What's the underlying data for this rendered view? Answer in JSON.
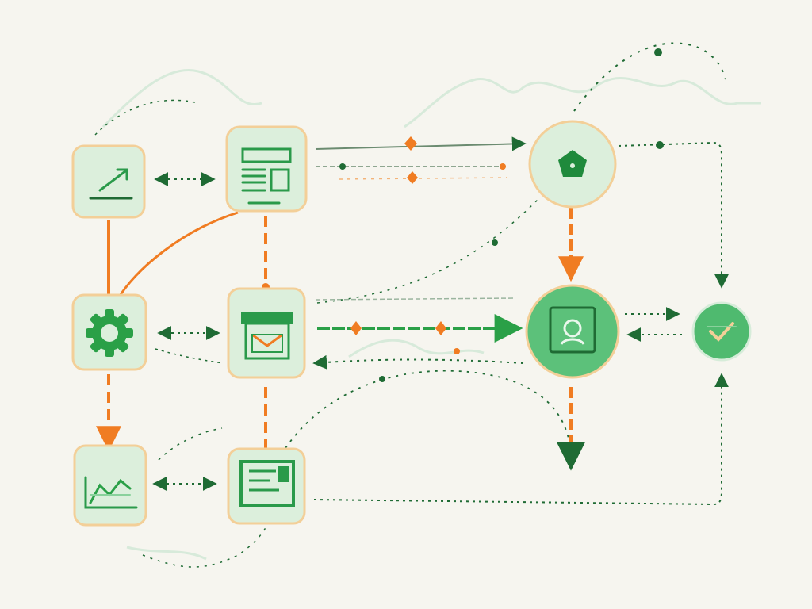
{
  "colors": {
    "background": "#f6f5ef",
    "node_fill": "#dcefdc",
    "node_fill_active": "#5cc17a",
    "node_fill_end": "#4fba6f",
    "node_border": "#f3cf98",
    "icon_green": "#2a9a4a",
    "dark_green": "#1f6b34",
    "flow_orange": "#f07c22",
    "flow_green": "#2aa047",
    "faint_trail": "#cfe7d4"
  },
  "nodes": [
    {
      "id": "trend",
      "shape": "rounded-square",
      "icon": "trend-up-icon"
    },
    {
      "id": "document",
      "shape": "rounded-square",
      "icon": "document-layout-icon"
    },
    {
      "id": "pentagon",
      "shape": "circle",
      "icon": "pentagon-icon"
    },
    {
      "id": "gear",
      "shape": "rounded-square",
      "icon": "gear-icon"
    },
    {
      "id": "inbox",
      "shape": "rounded-square",
      "icon": "inbox-icon"
    },
    {
      "id": "monitor",
      "shape": "circle",
      "icon": "monitor-user-icon",
      "state": "active"
    },
    {
      "id": "done",
      "shape": "circle",
      "icon": "check-mark-icon",
      "state": "end"
    },
    {
      "id": "analytics",
      "shape": "rounded-square",
      "icon": "bar-chart-icon"
    },
    {
      "id": "report",
      "shape": "rounded-square",
      "icon": "report-icon"
    }
  ],
  "edges": [
    {
      "from": "trend",
      "to": "document",
      "style": "dotted",
      "direction": "both"
    },
    {
      "from": "document",
      "to": "pentagon",
      "style": "dotted",
      "direction": "forward"
    },
    {
      "from": "trend",
      "to": "gear",
      "style": "solid-orange",
      "direction": "none"
    },
    {
      "from": "document",
      "to": "inbox",
      "style": "dashed-orange",
      "direction": "forward"
    },
    {
      "from": "pentagon",
      "to": "monitor",
      "style": "dashed-orange",
      "direction": "forward"
    },
    {
      "from": "gear",
      "to": "inbox",
      "style": "dotted",
      "direction": "both"
    },
    {
      "from": "inbox",
      "to": "monitor",
      "style": "solid-green",
      "direction": "forward"
    },
    {
      "from": "monitor",
      "to": "inbox",
      "style": "dotted",
      "direction": "forward"
    },
    {
      "from": "monitor",
      "to": "done",
      "style": "dotted",
      "direction": "both"
    },
    {
      "from": "pentagon",
      "to": "done",
      "style": "dotted",
      "direction": "forward"
    },
    {
      "from": "gear",
      "to": "analytics",
      "style": "dashed-orange",
      "direction": "forward"
    },
    {
      "from": "analytics",
      "to": "report",
      "style": "dotted",
      "direction": "both"
    },
    {
      "from": "inbox",
      "to": "report",
      "style": "dashed-orange",
      "direction": "none"
    },
    {
      "from": "report",
      "to": "done",
      "style": "dotted",
      "direction": "forward"
    },
    {
      "from": "monitor",
      "to": "monitor-below",
      "style": "dashed-orange",
      "direction": "forward"
    }
  ]
}
